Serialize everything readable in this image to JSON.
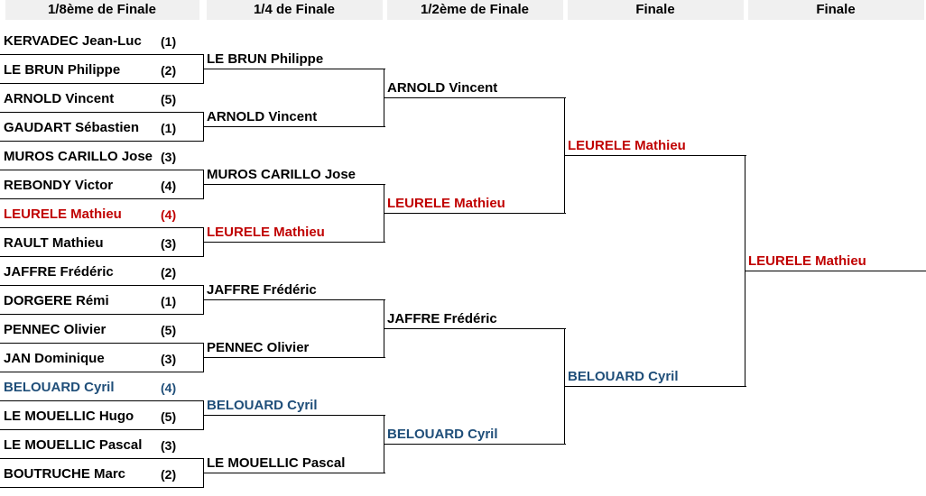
{
  "headers": [
    "1/8ème de Finale",
    "1/4 de Finale",
    "1/2ème de Finale",
    "Finale",
    "Finale"
  ],
  "colors": {
    "red": "#c00000",
    "blue": "#1f4e79",
    "black": "#000000"
  },
  "round1": [
    {
      "name": "KERVADEC Jean-Luc",
      "seed": "(1)",
      "color": "black"
    },
    {
      "name": "LE BRUN Philippe",
      "seed": "(2)",
      "color": "black"
    },
    {
      "name": "ARNOLD Vincent",
      "seed": "(5)",
      "color": "black"
    },
    {
      "name": "GAUDART Sébastien",
      "seed": "(1)",
      "color": "black"
    },
    {
      "name": "MUROS CARILLO Jose",
      "seed": "(3)",
      "color": "black"
    },
    {
      "name": "REBONDY Victor",
      "seed": "(4)",
      "color": "black"
    },
    {
      "name": "LEURELE Mathieu",
      "seed": "(4)",
      "color": "red"
    },
    {
      "name": "RAULT Mathieu",
      "seed": "(3)",
      "color": "black"
    },
    {
      "name": "JAFFRE Frédéric",
      "seed": "(2)",
      "color": "black"
    },
    {
      "name": "DORGERE Rémi",
      "seed": "(1)",
      "color": "black"
    },
    {
      "name": "PENNEC Olivier",
      "seed": "(5)",
      "color": "black"
    },
    {
      "name": "JAN Dominique",
      "seed": "(3)",
      "color": "black"
    },
    {
      "name": "BELOUARD Cyril",
      "seed": "(4)",
      "color": "blue"
    },
    {
      "name": "LE MOUELLIC Hugo",
      "seed": "(5)",
      "color": "black"
    },
    {
      "name": "LE MOUELLIC Pascal",
      "seed": "(3)",
      "color": "black"
    },
    {
      "name": "BOUTRUCHE Marc",
      "seed": "(2)",
      "color": "black"
    }
  ],
  "round2": [
    {
      "name": "LE BRUN Philippe",
      "color": "black"
    },
    {
      "name": "ARNOLD Vincent",
      "color": "black"
    },
    {
      "name": "MUROS CARILLO Jose",
      "color": "black"
    },
    {
      "name": "LEURELE Mathieu",
      "color": "red"
    },
    {
      "name": "JAFFRE Frédéric",
      "color": "black"
    },
    {
      "name": "PENNEC Olivier",
      "color": "black"
    },
    {
      "name": "BELOUARD Cyril",
      "color": "blue"
    },
    {
      "name": "LE MOUELLIC Pascal",
      "color": "black"
    }
  ],
  "round3": [
    {
      "name": "ARNOLD Vincent",
      "color": "black"
    },
    {
      "name": "LEURELE Mathieu",
      "color": "red"
    },
    {
      "name": "JAFFRE Frédéric",
      "color": "black"
    },
    {
      "name": "BELOUARD Cyril",
      "color": "blue"
    }
  ],
  "round4": [
    {
      "name": "LEURELE Mathieu",
      "color": "red"
    },
    {
      "name": "BELOUARD Cyril",
      "color": "blue"
    }
  ],
  "round5": [
    {
      "name": "LEURELE Mathieu",
      "color": "red"
    }
  ]
}
